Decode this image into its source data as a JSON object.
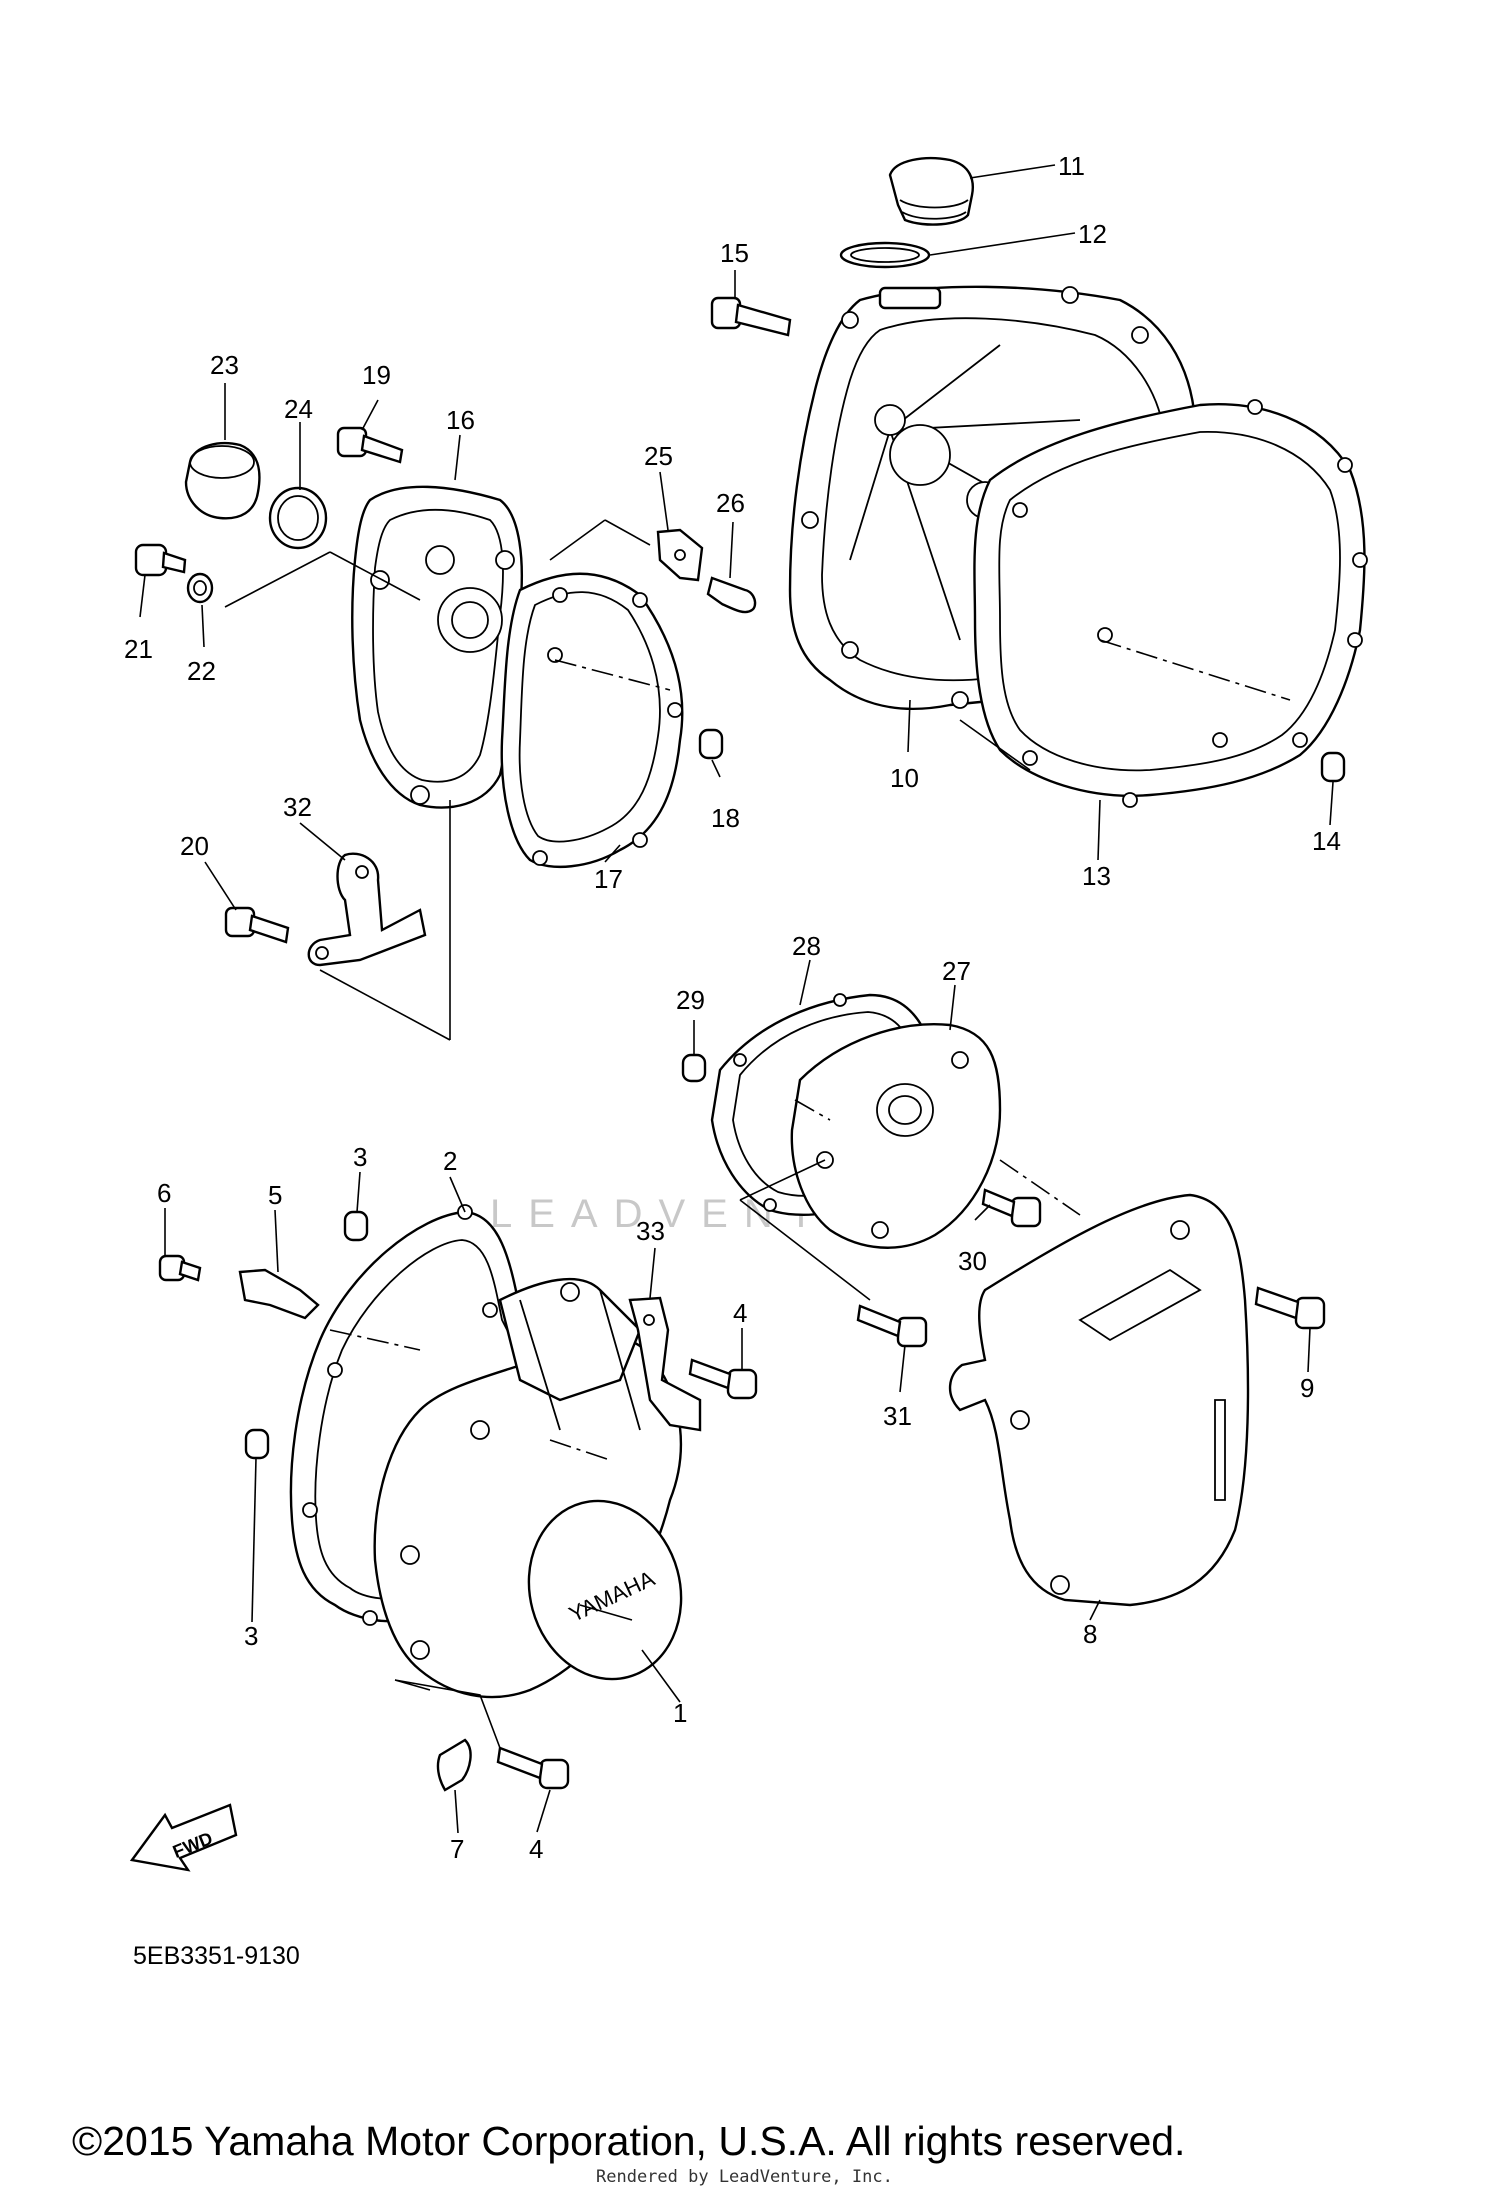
{
  "diagram": {
    "code": "5EB3351-9130",
    "brand_text": "YAMAHA",
    "fwd_text": "FWD",
    "watermark": "LEADVENTURE",
    "callouts": [
      "1",
      "2",
      "3",
      "3",
      "4",
      "4",
      "5",
      "6",
      "7",
      "8",
      "9",
      "10",
      "11",
      "12",
      "13",
      "14",
      "15",
      "16",
      "17",
      "18",
      "19",
      "20",
      "21",
      "22",
      "23",
      "24",
      "25",
      "26",
      "27",
      "28",
      "29",
      "30",
      "31",
      "32",
      "33"
    ]
  },
  "footer": {
    "copyright": "©2015 Yamaha Motor Corporation, U.S.A. All rights reserved.",
    "rendered_by": "Rendered by LeadVenture, Inc."
  }
}
